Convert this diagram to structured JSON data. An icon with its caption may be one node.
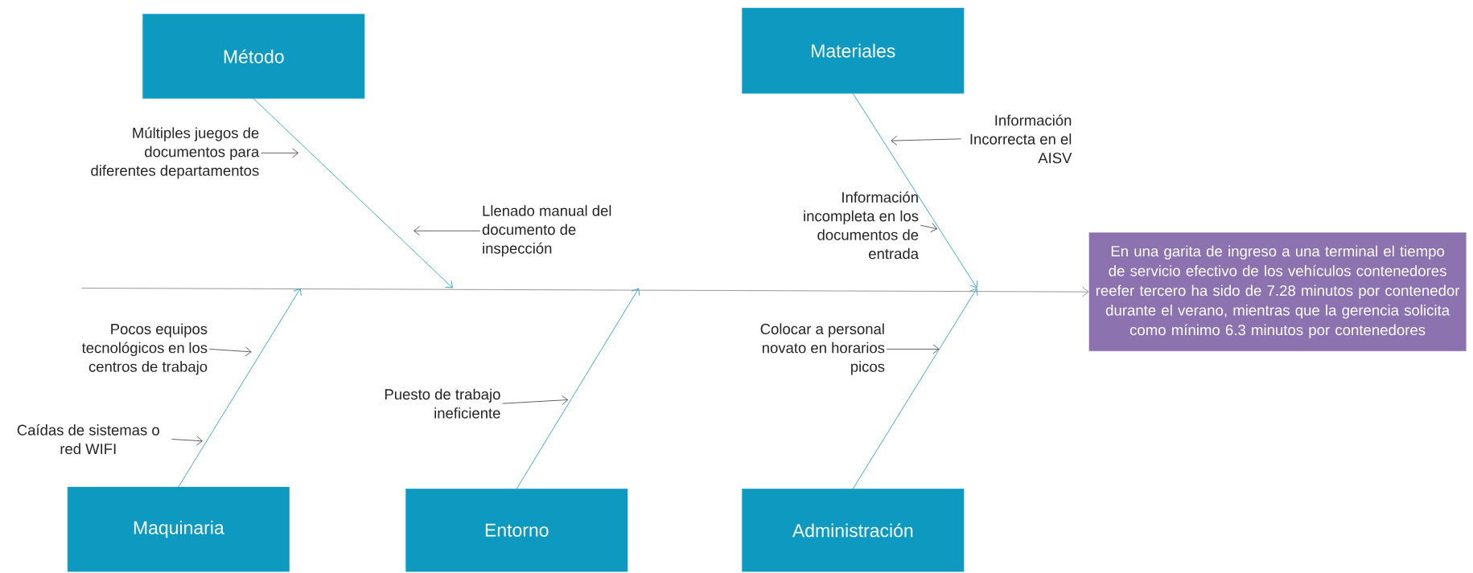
{
  "diagram": {
    "nodes": [
      {
        "text": [
          "Método"
        ]
      },
      {
        "text": [
          "Materiales"
        ]
      },
      {
        "text": [
          "Múltiples juegos de documentos para diferentes departamentos"
        ]
      },
      {
        "text": [
          "Información Incorrecta en el AISV"
        ]
      },
      {
        "text": [
          "Información incompleta en los documentos de entrada"
        ]
      },
      {
        "text": [
          "Llenado manual del documento de inspección"
        ]
      },
      {
        "text": [
          "En una garita de ingreso a una terminal el tiempo de servicio efectivo de los vehículos contenedores reefer tercero ha sido de 7.28 minutos por contenedor durante el verano, mientras que la gerencia solicita como mínimo 6.3 minutos por contenedores"
        ]
      },
      {
        "text": [
          "Pocos equipos tecnológicos en los centros de trabajo"
        ]
      },
      {
        "text": [
          "Colocar a personal novato en horarios picos"
        ]
      },
      {
        "text": [
          "Puesto de trabajo ineficiente"
        ]
      },
      {
        "text": [
          "Caídas de sistemas o red WIFI"
        ]
      },
      {
        "text": [
          "Maquinaria"
        ]
      },
      {
        "text": [
          "Entorno"
        ]
      },
      {
        "text": [
          "Administración"
        ]
      }
    ],
    "edges": [
      {
        "from": null,
        "to": 6,
        "arrow": "to",
        "color": "#8c8c8c"
      },
      {
        "from": 0,
        "to": null,
        "arrow": "to",
        "color": "#2ea0c8"
      },
      {
        "from": 1,
        "to": null,
        "arrow": "to",
        "color": "#2ea0c8"
      },
      {
        "from": 11,
        "to": null,
        "arrow": "to",
        "color": "#2ea0c8"
      },
      {
        "from": 12,
        "to": null,
        "arrow": "to",
        "color": "#2ea0c8"
      },
      {
        "from": 13,
        "to": null,
        "arrow": "to",
        "color": "#2ea0c8"
      },
      {
        "from": 2,
        "to": null,
        "arrow": "to"
      },
      {
        "from": 3,
        "to": null,
        "arrow": "to"
      },
      {
        "from": 4,
        "to": null,
        "arrow": "to"
      },
      {
        "from": 5,
        "to": null,
        "arrow": "to"
      },
      {
        "from": 7,
        "to": null,
        "arrow": "to"
      },
      {
        "from": 8,
        "to": null,
        "arrow": "to"
      },
      {
        "from": 9,
        "to": null,
        "arrow": "to"
      },
      {
        "from": 10,
        "to": null,
        "arrow": "to"
      }
    ]
  }
}
